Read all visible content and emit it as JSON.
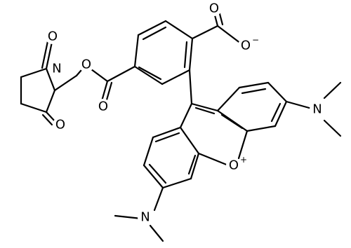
{
  "structure": {
    "atoms": {
      "o_dione_top": "O",
      "n_succinimide": "N",
      "o_ester_link": "O",
      "o_dione_bottom": "O",
      "o_carbonyl_ester": "O",
      "o_carboxylate_double": "O",
      "o_carboxylate_single": "O",
      "n_dimethyl_right": "N",
      "n_dimethyl_left": "N",
      "o_xanthene_ring": "O"
    },
    "charges": {
      "o_carboxylate_single": "−",
      "o_xanthene_ring": "+"
    }
  }
}
